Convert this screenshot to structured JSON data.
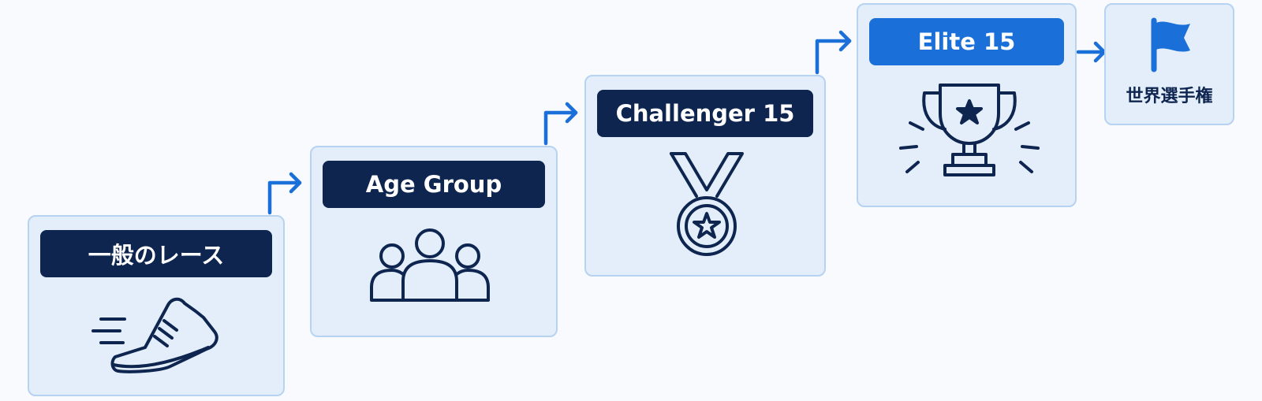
{
  "stages": [
    {
      "label": "一般のレース",
      "icon": "running-shoe-icon",
      "style": "dark"
    },
    {
      "label": "Age Group",
      "icon": "group-people-icon",
      "style": "dark"
    },
    {
      "label": "Challenger 15",
      "icon": "medal-icon",
      "style": "dark"
    },
    {
      "label": "Elite 15",
      "icon": "trophy-icon",
      "style": "accent"
    }
  ],
  "finish": {
    "label": "世界選手権",
    "icon": "flag-icon"
  },
  "colors": {
    "card_fill": "#e3eefa",
    "card_border": "#b6d3f1",
    "label_dark": "#0e2550",
    "label_accent": "#1a6fd8",
    "arrow": "#1a6fd8",
    "icon_stroke": "#0e2550"
  }
}
